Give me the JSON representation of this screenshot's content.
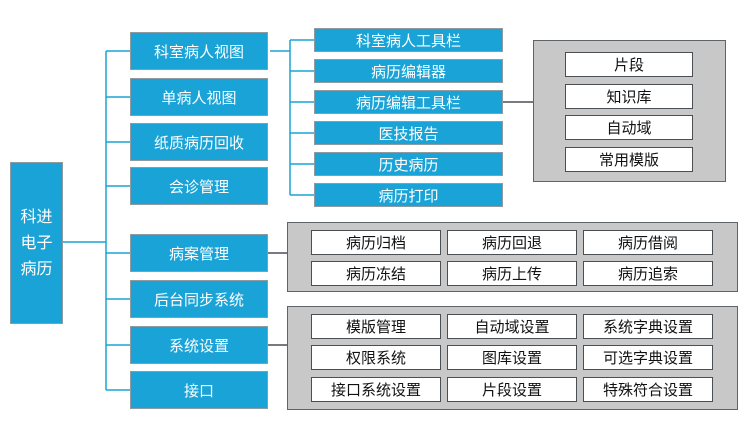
{
  "root": {
    "lines": [
      "科进",
      "电子",
      "病历"
    ]
  },
  "level1": [
    "科室病人视图",
    "单病人视图",
    "纸质病历回收",
    "会诊管理",
    "病案管理",
    "后台同步系统",
    "系统设置",
    "接口"
  ],
  "level2": [
    "科室病人工具栏",
    "病历编辑器",
    "病历编辑工具栏",
    "医技报告",
    "历史病历",
    "病历打印"
  ],
  "editor_toolbar_items": [
    "片段",
    "知识库",
    "自动域",
    "常用模版"
  ],
  "record_mgmt_items": [
    "病历归档",
    "病历回退",
    "病历借阅",
    "病历冻结",
    "病历上传",
    "病历追索"
  ],
  "settings_items": [
    "模版管理",
    "自动域设置",
    "系统字典设置",
    "权限系统",
    "图库设置",
    "可选字典设置",
    "接口系统设置",
    "片段设置",
    "特殊符合设置"
  ],
  "colors": {
    "node_fill": "#1aa3d6",
    "connector": "#1aa3d6",
    "panel_fill": "#c8c8c8",
    "chip_fill": "#ffffff"
  }
}
